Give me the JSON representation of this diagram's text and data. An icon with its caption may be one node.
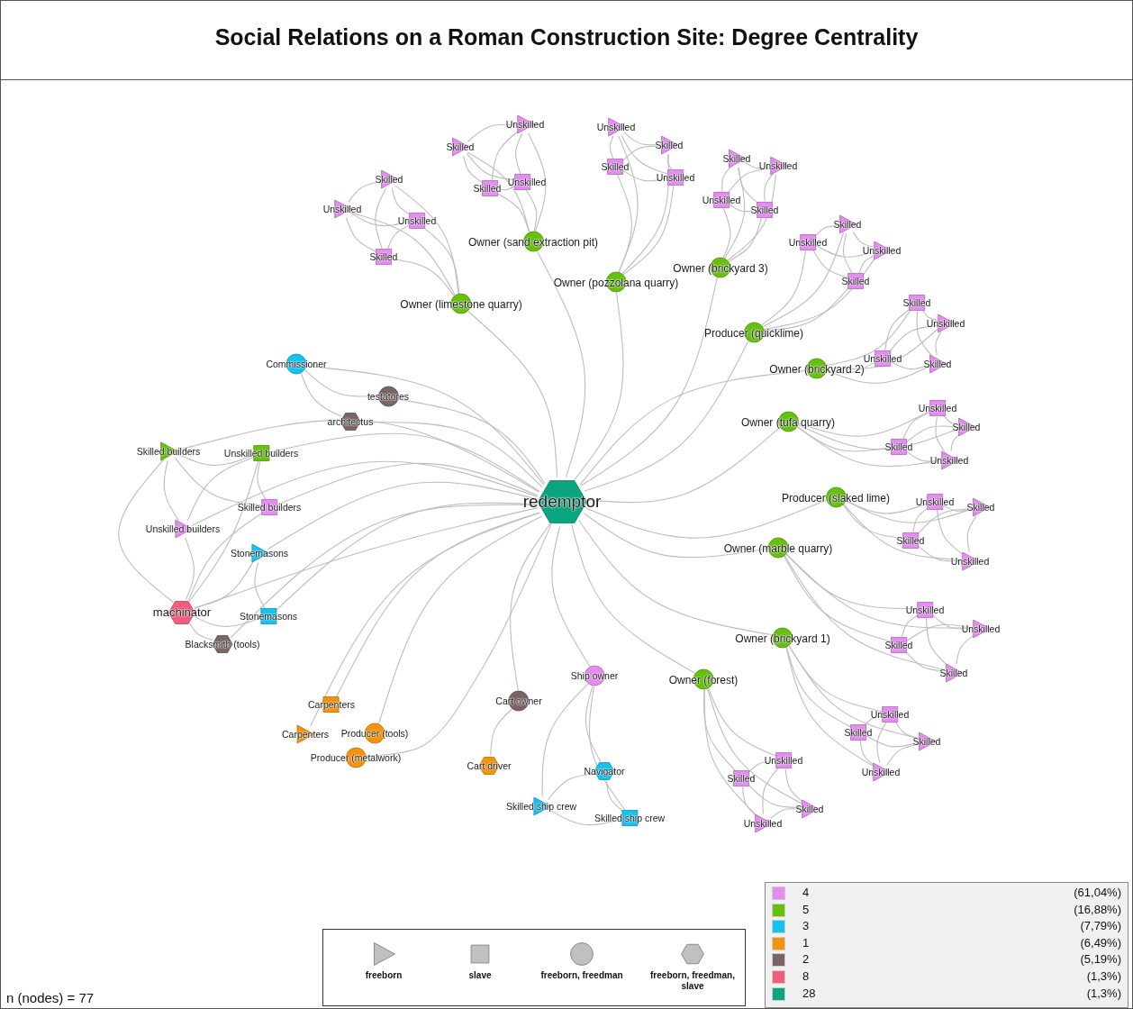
{
  "diagram": {
    "title": "Social Relations on a Roman Construction Site: Degree Centrality",
    "nodes": [
      {
        "text": [
          "redemptor"
        ]
      },
      {
        "text": [
          "Owner (sand extraction pit)"
        ]
      },
      {
        "text": [
          "Unskilled"
        ]
      },
      {
        "text": [
          "Skilled"
        ]
      },
      {
        "text": [
          "Skilled"
        ]
      },
      {
        "text": [
          "Unskilled"
        ]
      },
      {
        "text": [
          "Owner (pozzolana quarry)"
        ]
      },
      {
        "text": [
          "Unskilled"
        ]
      },
      {
        "text": [
          "Skilled"
        ]
      },
      {
        "text": [
          "Skilled"
        ]
      },
      {
        "text": [
          "Unskilled"
        ]
      },
      {
        "text": [
          "Owner (brickyard 3)"
        ]
      },
      {
        "text": [
          "Skilled"
        ]
      },
      {
        "text": [
          "Unskilled"
        ]
      },
      {
        "text": [
          "Unskilled"
        ]
      },
      {
        "text": [
          "Skilled"
        ]
      },
      {
        "text": [
          "Owner (limestone quarry)"
        ]
      },
      {
        "text": [
          "Skilled"
        ]
      },
      {
        "text": [
          "Unskilled"
        ]
      },
      {
        "text": [
          "Unskilled"
        ]
      },
      {
        "text": [
          "Skilled"
        ]
      },
      {
        "text": [
          "Producer (quicklime)"
        ]
      },
      {
        "text": [
          "Skilled"
        ]
      },
      {
        "text": [
          "Unskilled"
        ]
      },
      {
        "text": [
          "Unskilled"
        ]
      },
      {
        "text": [
          "Skilled"
        ]
      },
      {
        "text": [
          "Owner (brickyard 2)"
        ]
      },
      {
        "text": [
          "Skilled"
        ]
      },
      {
        "text": [
          "Unskilled"
        ]
      },
      {
        "text": [
          "Unskilled"
        ]
      },
      {
        "text": [
          "Skilled"
        ]
      },
      {
        "text": [
          "Owner (tufa quarry)"
        ]
      },
      {
        "text": [
          "Unskilled"
        ]
      },
      {
        "text": [
          "Skilled"
        ]
      },
      {
        "text": [
          "Skilled"
        ]
      },
      {
        "text": [
          "Unskilled"
        ]
      },
      {
        "text": [
          "Producer (slaked lime)"
        ]
      },
      {
        "text": [
          "Unskilled"
        ]
      },
      {
        "text": [
          "Skilled"
        ]
      },
      {
        "text": [
          "Skilled"
        ]
      },
      {
        "text": [
          "Unskilled"
        ]
      },
      {
        "text": [
          "Owner (marble quarry)"
        ]
      },
      {
        "text": [
          "Unskilled"
        ]
      },
      {
        "text": [
          "Unskilled"
        ]
      },
      {
        "text": [
          "Skilled"
        ]
      },
      {
        "text": [
          "Skilled"
        ]
      },
      {
        "text": [
          "Owner (brickyard 1)"
        ]
      },
      {
        "text": [
          "Unskilled"
        ]
      },
      {
        "text": [
          "Skilled"
        ]
      },
      {
        "text": [
          "Skilled"
        ]
      },
      {
        "text": [
          "Unskilled"
        ]
      },
      {
        "text": [
          "Owner (forest)"
        ]
      },
      {
        "text": [
          "Unskilled"
        ]
      },
      {
        "text": [
          "Skilled"
        ]
      },
      {
        "text": [
          "Skilled"
        ]
      },
      {
        "text": [
          "Unskilled"
        ]
      },
      {
        "text": [
          "Commissioner"
        ]
      },
      {
        "text": [
          "testatores"
        ]
      },
      {
        "text": [
          "architectus"
        ]
      },
      {
        "text": [
          "Skilled builders"
        ]
      },
      {
        "text": [
          "Unskilled builders"
        ]
      },
      {
        "text": [
          "Skilled builders"
        ]
      },
      {
        "text": [
          "Unskilled builders"
        ]
      },
      {
        "text": [
          "Stonemasons"
        ]
      },
      {
        "text": [
          "machinator"
        ]
      },
      {
        "text": [
          "Stonemasons"
        ]
      },
      {
        "text": [
          "Blacksmith (tools)"
        ]
      },
      {
        "text": [
          "Ship owner"
        ]
      },
      {
        "text": [
          "Cart owner"
        ]
      },
      {
        "text": [
          "Carpenters"
        ]
      },
      {
        "text": [
          "Carpenters"
        ]
      },
      {
        "text": [
          "Producer (tools)"
        ]
      },
      {
        "text": [
          "Producer (metalwork)"
        ]
      },
      {
        "text": [
          "Cart driver"
        ]
      },
      {
        "text": [
          "Navigator"
        ]
      },
      {
        "text": [
          "Skilled ship crew"
        ]
      },
      {
        "text": [
          "Skilled ship crew"
        ]
      }
    ],
    "edges": [
      {
        "from": 0,
        "to": 1,
        "arrow": "none"
      },
      {
        "from": 1,
        "to": 2,
        "arrow": "none"
      },
      {
        "from": 1,
        "to": 3,
        "arrow": "none"
      },
      {
        "from": 1,
        "to": 4,
        "arrow": "none"
      },
      {
        "from": 1,
        "to": 5,
        "arrow": "none"
      },
      {
        "from": 2,
        "to": 3,
        "arrow": "none"
      },
      {
        "from": 2,
        "to": 4,
        "arrow": "none"
      },
      {
        "from": 2,
        "to": 5,
        "arrow": "none"
      },
      {
        "from": 3,
        "to": 4,
        "arrow": "none"
      },
      {
        "from": 3,
        "to": 5,
        "arrow": "none"
      },
      {
        "from": 4,
        "to": 5,
        "arrow": "none"
      },
      {
        "from": 0,
        "to": 6,
        "arrow": "none"
      },
      {
        "from": 6,
        "to": 7,
        "arrow": "none"
      },
      {
        "from": 6,
        "to": 8,
        "arrow": "none"
      },
      {
        "from": 6,
        "to": 9,
        "arrow": "none"
      },
      {
        "from": 6,
        "to": 10,
        "arrow": "none"
      },
      {
        "from": 7,
        "to": 8,
        "arrow": "none"
      },
      {
        "from": 7,
        "to": 9,
        "arrow": "none"
      },
      {
        "from": 7,
        "to": 10,
        "arrow": "none"
      },
      {
        "from": 8,
        "to": 9,
        "arrow": "none"
      },
      {
        "from": 8,
        "to": 10,
        "arrow": "none"
      },
      {
        "from": 9,
        "to": 10,
        "arrow": "none"
      },
      {
        "from": 0,
        "to": 11,
        "arrow": "none"
      },
      {
        "from": 11,
        "to": 12,
        "arrow": "none"
      },
      {
        "from": 11,
        "to": 13,
        "arrow": "none"
      },
      {
        "from": 11,
        "to": 14,
        "arrow": "none"
      },
      {
        "from": 11,
        "to": 15,
        "arrow": "none"
      },
      {
        "from": 12,
        "to": 13,
        "arrow": "none"
      },
      {
        "from": 12,
        "to": 14,
        "arrow": "none"
      },
      {
        "from": 12,
        "to": 15,
        "arrow": "none"
      },
      {
        "from": 13,
        "to": 14,
        "arrow": "none"
      },
      {
        "from": 13,
        "to": 15,
        "arrow": "none"
      },
      {
        "from": 14,
        "to": 15,
        "arrow": "none"
      },
      {
        "from": 0,
        "to": 16,
        "arrow": "none"
      },
      {
        "from": 16,
        "to": 17,
        "arrow": "none"
      },
      {
        "from": 16,
        "to": 18,
        "arrow": "none"
      },
      {
        "from": 16,
        "to": 19,
        "arrow": "none"
      },
      {
        "from": 16,
        "to": 20,
        "arrow": "none"
      },
      {
        "from": 17,
        "to": 18,
        "arrow": "none"
      },
      {
        "from": 17,
        "to": 19,
        "arrow": "none"
      },
      {
        "from": 17,
        "to": 20,
        "arrow": "none"
      },
      {
        "from": 18,
        "to": 19,
        "arrow": "none"
      },
      {
        "from": 18,
        "to": 20,
        "arrow": "none"
      },
      {
        "from": 19,
        "to": 20,
        "arrow": "none"
      },
      {
        "from": 0,
        "to": 21,
        "arrow": "none"
      },
      {
        "from": 21,
        "to": 22,
        "arrow": "none"
      },
      {
        "from": 21,
        "to": 23,
        "arrow": "none"
      },
      {
        "from": 21,
        "to": 24,
        "arrow": "none"
      },
      {
        "from": 21,
        "to": 25,
        "arrow": "none"
      },
      {
        "from": 22,
        "to": 23,
        "arrow": "none"
      },
      {
        "from": 22,
        "to": 24,
        "arrow": "none"
      },
      {
        "from": 22,
        "to": 25,
        "arrow": "none"
      },
      {
        "from": 23,
        "to": 24,
        "arrow": "none"
      },
      {
        "from": 23,
        "to": 25,
        "arrow": "none"
      },
      {
        "from": 24,
        "to": 25,
        "arrow": "none"
      },
      {
        "from": 0,
        "to": 26,
        "arrow": "none"
      },
      {
        "from": 26,
        "to": 27,
        "arrow": "none"
      },
      {
        "from": 26,
        "to": 28,
        "arrow": "none"
      },
      {
        "from": 26,
        "to": 29,
        "arrow": "none"
      },
      {
        "from": 26,
        "to": 30,
        "arrow": "none"
      },
      {
        "from": 27,
        "to": 28,
        "arrow": "none"
      },
      {
        "from": 27,
        "to": 29,
        "arrow": "none"
      },
      {
        "from": 27,
        "to": 30,
        "arrow": "none"
      },
      {
        "from": 28,
        "to": 29,
        "arrow": "none"
      },
      {
        "from": 28,
        "to": 30,
        "arrow": "none"
      },
      {
        "from": 29,
        "to": 30,
        "arrow": "none"
      },
      {
        "from": 0,
        "to": 31,
        "arrow": "none"
      },
      {
        "from": 31,
        "to": 32,
        "arrow": "none"
      },
      {
        "from": 31,
        "to": 33,
        "arrow": "none"
      },
      {
        "from": 31,
        "to": 34,
        "arrow": "none"
      },
      {
        "from": 31,
        "to": 35,
        "arrow": "none"
      },
      {
        "from": 32,
        "to": 33,
        "arrow": "none"
      },
      {
        "from": 32,
        "to": 34,
        "arrow": "none"
      },
      {
        "from": 32,
        "to": 35,
        "arrow": "none"
      },
      {
        "from": 33,
        "to": 34,
        "arrow": "none"
      },
      {
        "from": 33,
        "to": 35,
        "arrow": "none"
      },
      {
        "from": 34,
        "to": 35,
        "arrow": "none"
      },
      {
        "from": 0,
        "to": 36,
        "arrow": "none"
      },
      {
        "from": 36,
        "to": 37,
        "arrow": "none"
      },
      {
        "from": 36,
        "to": 38,
        "arrow": "none"
      },
      {
        "from": 36,
        "to": 39,
        "arrow": "none"
      },
      {
        "from": 36,
        "to": 40,
        "arrow": "none"
      },
      {
        "from": 37,
        "to": 38,
        "arrow": "none"
      },
      {
        "from": 37,
        "to": 39,
        "arrow": "none"
      },
      {
        "from": 37,
        "to": 40,
        "arrow": "none"
      },
      {
        "from": 38,
        "to": 39,
        "arrow": "none"
      },
      {
        "from": 38,
        "to": 40,
        "arrow": "none"
      },
      {
        "from": 39,
        "to": 40,
        "arrow": "none"
      },
      {
        "from": 0,
        "to": 41,
        "arrow": "none"
      },
      {
        "from": 41,
        "to": 42,
        "arrow": "none"
      },
      {
        "from": 41,
        "to": 43,
        "arrow": "none"
      },
      {
        "from": 41,
        "to": 44,
        "arrow": "none"
      },
      {
        "from": 41,
        "to": 45,
        "arrow": "none"
      },
      {
        "from": 42,
        "to": 43,
        "arrow": "none"
      },
      {
        "from": 42,
        "to": 44,
        "arrow": "none"
      },
      {
        "from": 42,
        "to": 45,
        "arrow": "none"
      },
      {
        "from": 43,
        "to": 44,
        "arrow": "none"
      },
      {
        "from": 43,
        "to": 45,
        "arrow": "none"
      },
      {
        "from": 44,
        "to": 45,
        "arrow": "none"
      },
      {
        "from": 0,
        "to": 46,
        "arrow": "none"
      },
      {
        "from": 46,
        "to": 47,
        "arrow": "none"
      },
      {
        "from": 46,
        "to": 48,
        "arrow": "none"
      },
      {
        "from": 46,
        "to": 49,
        "arrow": "none"
      },
      {
        "from": 46,
        "to": 50,
        "arrow": "none"
      },
      {
        "from": 47,
        "to": 48,
        "arrow": "none"
      },
      {
        "from": 47,
        "to": 49,
        "arrow": "none"
      },
      {
        "from": 47,
        "to": 50,
        "arrow": "none"
      },
      {
        "from": 48,
        "to": 49,
        "arrow": "none"
      },
      {
        "from": 48,
        "to": 50,
        "arrow": "none"
      },
      {
        "from": 49,
        "to": 50,
        "arrow": "none"
      },
      {
        "from": 0,
        "to": 51,
        "arrow": "none"
      },
      {
        "from": 51,
        "to": 52,
        "arrow": "none"
      },
      {
        "from": 51,
        "to": 53,
        "arrow": "none"
      },
      {
        "from": 51,
        "to": 54,
        "arrow": "none"
      },
      {
        "from": 51,
        "to": 55,
        "arrow": "none"
      },
      {
        "from": 52,
        "to": 53,
        "arrow": "none"
      },
      {
        "from": 52,
        "to": 54,
        "arrow": "none"
      },
      {
        "from": 52,
        "to": 55,
        "arrow": "none"
      },
      {
        "from": 53,
        "to": 54,
        "arrow": "none"
      },
      {
        "from": 53,
        "to": 55,
        "arrow": "none"
      },
      {
        "from": 54,
        "to": 55,
        "arrow": "none"
      },
      {
        "from": 0,
        "to": 56,
        "arrow": "none"
      },
      {
        "from": 0,
        "to": 57,
        "arrow": "none"
      },
      {
        "from": 0,
        "to": 58,
        "arrow": "none"
      },
      {
        "from": 0,
        "to": 59,
        "arrow": "none"
      },
      {
        "from": 0,
        "to": 60,
        "arrow": "none"
      },
      {
        "from": 0,
        "to": 61,
        "arrow": "none"
      },
      {
        "from": 0,
        "to": 62,
        "arrow": "none"
      },
      {
        "from": 0,
        "to": 63,
        "arrow": "none"
      },
      {
        "from": 0,
        "to": 64,
        "arrow": "none"
      },
      {
        "from": 0,
        "to": 65,
        "arrow": "none"
      },
      {
        "from": 0,
        "to": 66,
        "arrow": "none"
      },
      {
        "from": 0,
        "to": 67,
        "arrow": "none"
      },
      {
        "from": 0,
        "to": 68,
        "arrow": "none"
      },
      {
        "from": 0,
        "to": 69,
        "arrow": "none"
      },
      {
        "from": 0,
        "to": 70,
        "arrow": "none"
      },
      {
        "from": 0,
        "to": 71,
        "arrow": "none"
      },
      {
        "from": 0,
        "to": 72,
        "arrow": "none"
      },
      {
        "from": 56,
        "to": 57,
        "arrow": "none"
      },
      {
        "from": 56,
        "to": 58,
        "arrow": "none"
      },
      {
        "from": 59,
        "to": 60,
        "arrow": "none"
      },
      {
        "from": 59,
        "to": 61,
        "arrow": "none"
      },
      {
        "from": 59,
        "to": 62,
        "arrow": "none"
      },
      {
        "from": 60,
        "to": 61,
        "arrow": "none"
      },
      {
        "from": 60,
        "to": 62,
        "arrow": "none"
      },
      {
        "from": 64,
        "to": 59,
        "arrow": "none"
      },
      {
        "from": 64,
        "to": 60,
        "arrow": "none"
      },
      {
        "from": 64,
        "to": 61,
        "arrow": "none"
      },
      {
        "from": 64,
        "to": 62,
        "arrow": "none"
      },
      {
        "from": 64,
        "to": 63,
        "arrow": "none"
      },
      {
        "from": 64,
        "to": 65,
        "arrow": "none"
      },
      {
        "from": 64,
        "to": 66,
        "arrow": "none"
      },
      {
        "from": 63,
        "to": 65,
        "arrow": "none"
      },
      {
        "from": 68,
        "to": 73,
        "arrow": "none"
      },
      {
        "from": 67,
        "to": 74,
        "arrow": "none"
      },
      {
        "from": 67,
        "to": 75,
        "arrow": "none"
      },
      {
        "from": 67,
        "to": 76,
        "arrow": "none"
      },
      {
        "from": 74,
        "to": 75,
        "arrow": "none"
      },
      {
        "from": 74,
        "to": 76,
        "arrow": "none"
      },
      {
        "from": 75,
        "to": 76,
        "arrow": "none"
      }
    ],
    "labels": [
      "(61,04%)",
      "(16,88%)",
      "(7,79%)",
      "(6,49%)",
      "(5,19%)",
      "(1,3%)",
      "(1,3%)",
      "n (nodes) = 77"
    ],
    "legend": [
      {
        "text": "4",
        "color": "#e48cf0"
      },
      {
        "text": "5",
        "color": "#66c10c"
      },
      {
        "text": "3",
        "color": "#14c2f0"
      },
      {
        "text": "1",
        "color": "#f5920c"
      },
      {
        "text": "2",
        "color": "#7a6464"
      },
      {
        "text": "8",
        "color": "#f25c80"
      },
      {
        "text": "28",
        "color": "#0aa57e"
      },
      {
        "text": "freeborn"
      },
      {
        "text": "slave"
      },
      {
        "text": "freeborn, freedman"
      },
      {
        "text": "freeborn, freedman, slave"
      }
    ]
  }
}
